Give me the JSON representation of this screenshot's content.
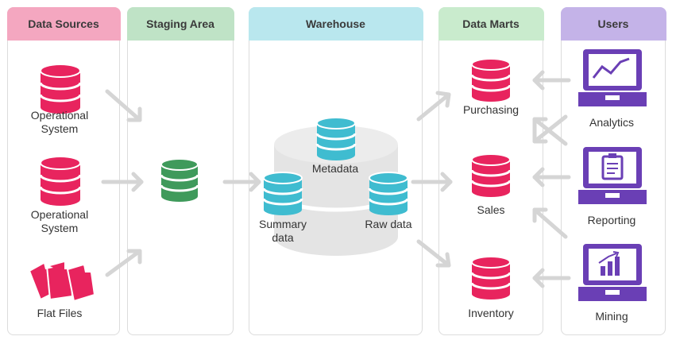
{
  "columns": {
    "data_sources": "Data Sources",
    "staging": "Staging Area",
    "warehouse": "Warehouse",
    "data_marts": "Data Marts",
    "users": "Users"
  },
  "sources": {
    "op1_line1": "Operational",
    "op1_line2": "System",
    "op2_line1": "Operational",
    "op2_line2": "System",
    "flat_files": "Flat Files"
  },
  "warehouse": {
    "metadata": "Metadata",
    "summary_line1": "Summary",
    "summary_line2": "data",
    "raw_data": "Raw data"
  },
  "marts": {
    "purchasing": "Purchasing",
    "sales": "Sales",
    "inventory": "Inventory"
  },
  "users": {
    "analytics": "Analytics",
    "reporting": "Reporting",
    "mining": "Mining"
  },
  "colors": {
    "sources_header": "#f4a7c0",
    "staging_header": "#bfe3c6",
    "warehouse_header": "#b9e7ee",
    "marts_header": "#c9ebcd",
    "users_header": "#c4b3e8",
    "db_pink": "#e8245e",
    "db_green": "#3f9a5b",
    "db_teal": "#3fbcd0",
    "user_purple": "#6a3fb5",
    "arrow": "#d5d5d5"
  }
}
